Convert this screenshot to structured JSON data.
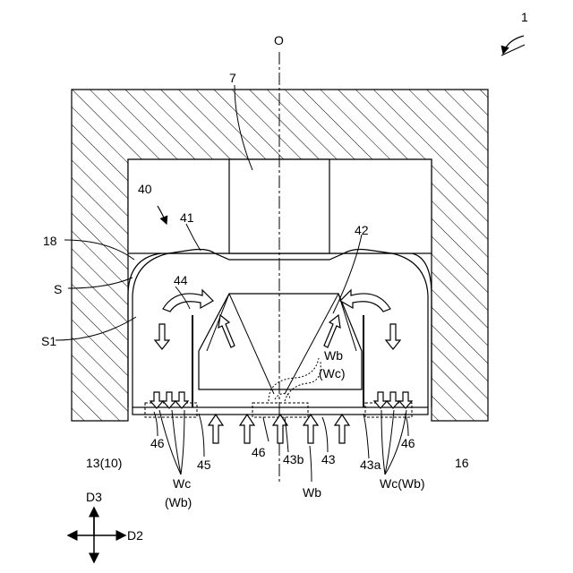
{
  "labels": {
    "fig": "1",
    "axis": "O",
    "part_7": "7",
    "part_40": "40",
    "part_41": "41",
    "part_42": "42",
    "part_44": "44",
    "part_18": "18",
    "part_S": "S",
    "part_S1": "S1",
    "wb_wc_top": "Wb",
    "wb_wc_top_paren": "(Wc)",
    "part_46_left": "46",
    "part_45": "45",
    "part_46_center": "46",
    "part_43b": "43b",
    "part_43": "43",
    "part_43a": "43a",
    "part_46_right": "46",
    "part_13": "13(10)",
    "part_16": "16",
    "wc_left": "Wc",
    "wb_left_paren": "(Wb)",
    "wb_bottom": "Wb",
    "wc_wb_right": "Wc(Wb)",
    "dir_d3": "D3",
    "dir_d2": "D2"
  }
}
